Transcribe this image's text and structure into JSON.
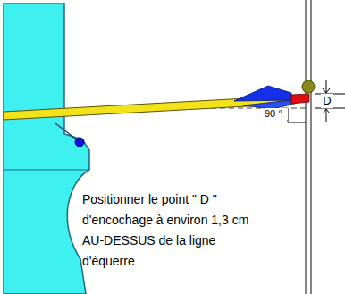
{
  "diagram": {
    "labels": [
      "D",
      "90 °",
      "Positionner le point \" D \" d'encochage à environ 1,3 cm AU-DESSUS de la ligne d'équerre"
    ]
  }
}
